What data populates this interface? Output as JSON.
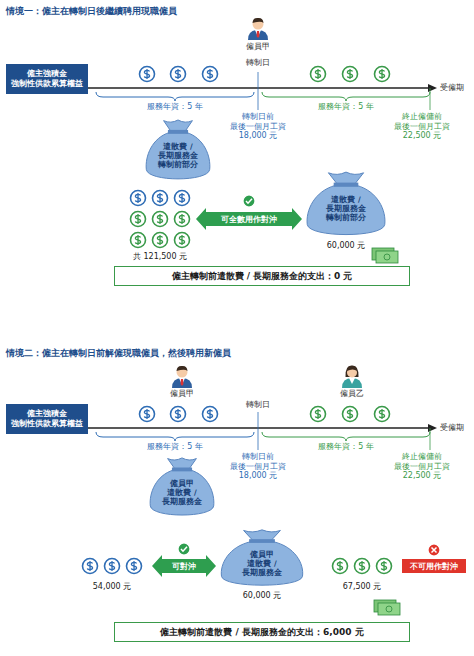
{
  "diagram": {
    "nodes": [
      {
        "text": [
          "僱主強積金 強制性供款累算權益"
        ]
      },
      {
        "text": [
          "遣散費 / 長期服務金 轉制前部分"
        ]
      },
      {
        "text": [
          "共 121,500 元"
        ]
      },
      {
        "text": [
          "遣散費 / 長期服務金 轉制前部分",
          "60,000 元"
        ]
      },
      {
        "text": [
          "僱主轉制前遣散費 / 長期服務金的支出：0 元"
        ]
      },
      {
        "text": [
          "僱主強積金 強制性供款累算權益"
        ]
      },
      {
        "text": [
          "僱員甲 遣散費 / 長期服務金"
        ]
      },
      {
        "text": [
          "54,000 元"
        ]
      },
      {
        "text": [
          "僱員甲 遣散費 / 長期服務金",
          "60,000 元"
        ]
      },
      {
        "text": [
          "67,500 元"
        ]
      },
      {
        "text": [
          "不可用作對沖"
        ]
      },
      {
        "text": [
          "僱主轉制前遣散費 / 長期服務金的支出：6,000 元"
        ]
      }
    ],
    "edges": [
      {
        "from": 2,
        "to": 3,
        "arrow": "both",
        "label": "可全數用作對沖"
      },
      {
        "from": 7,
        "to": 8,
        "arrow": "both",
        "label": "可對沖"
      }
    ],
    "labels": [
      "情境一：僱主在轉制日後繼續聘用現職僱員",
      "僱員甲",
      "轉制日",
      "受僱期",
      "服務年資：5 年",
      "服務年資：5 年",
      "轉制日前 最後一個月工資 18,000 元",
      "終止僱傭前 最後一個月工資 22,500 元",
      "情境二：僱主在轉制日前解僱現職僱員，然後聘用新僱員",
      "僱員甲",
      "僱員乙",
      "轉制日",
      "受僱期",
      "服務年資：5 年",
      "服務年資：5 年",
      "轉制日前 最後一個月工資 18,000 元",
      "終止僱傭前 最後一個月工資 22,500 元"
    ]
  }
}
